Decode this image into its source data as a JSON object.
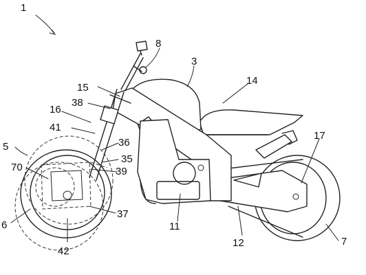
{
  "figure": {
    "labels": [
      {
        "id": "1",
        "text": "1"
      },
      {
        "id": "3",
        "text": "3"
      },
      {
        "id": "5",
        "text": "5"
      },
      {
        "id": "6",
        "text": "6"
      },
      {
        "id": "7",
        "text": "7"
      },
      {
        "id": "8",
        "text": "8"
      },
      {
        "id": "11",
        "text": "11"
      },
      {
        "id": "12",
        "text": "12"
      },
      {
        "id": "14",
        "text": "14"
      },
      {
        "id": "15",
        "text": "15"
      },
      {
        "id": "16",
        "text": "16"
      },
      {
        "id": "17",
        "text": "17"
      },
      {
        "id": "35",
        "text": "35"
      },
      {
        "id": "36",
        "text": "36"
      },
      {
        "id": "37",
        "text": "37"
      },
      {
        "id": "38",
        "text": "38"
      },
      {
        "id": "39",
        "text": "39"
      },
      {
        "id": "41",
        "text": "41"
      },
      {
        "id": "42",
        "text": "42"
      },
      {
        "id": "70",
        "text": "70"
      }
    ]
  }
}
